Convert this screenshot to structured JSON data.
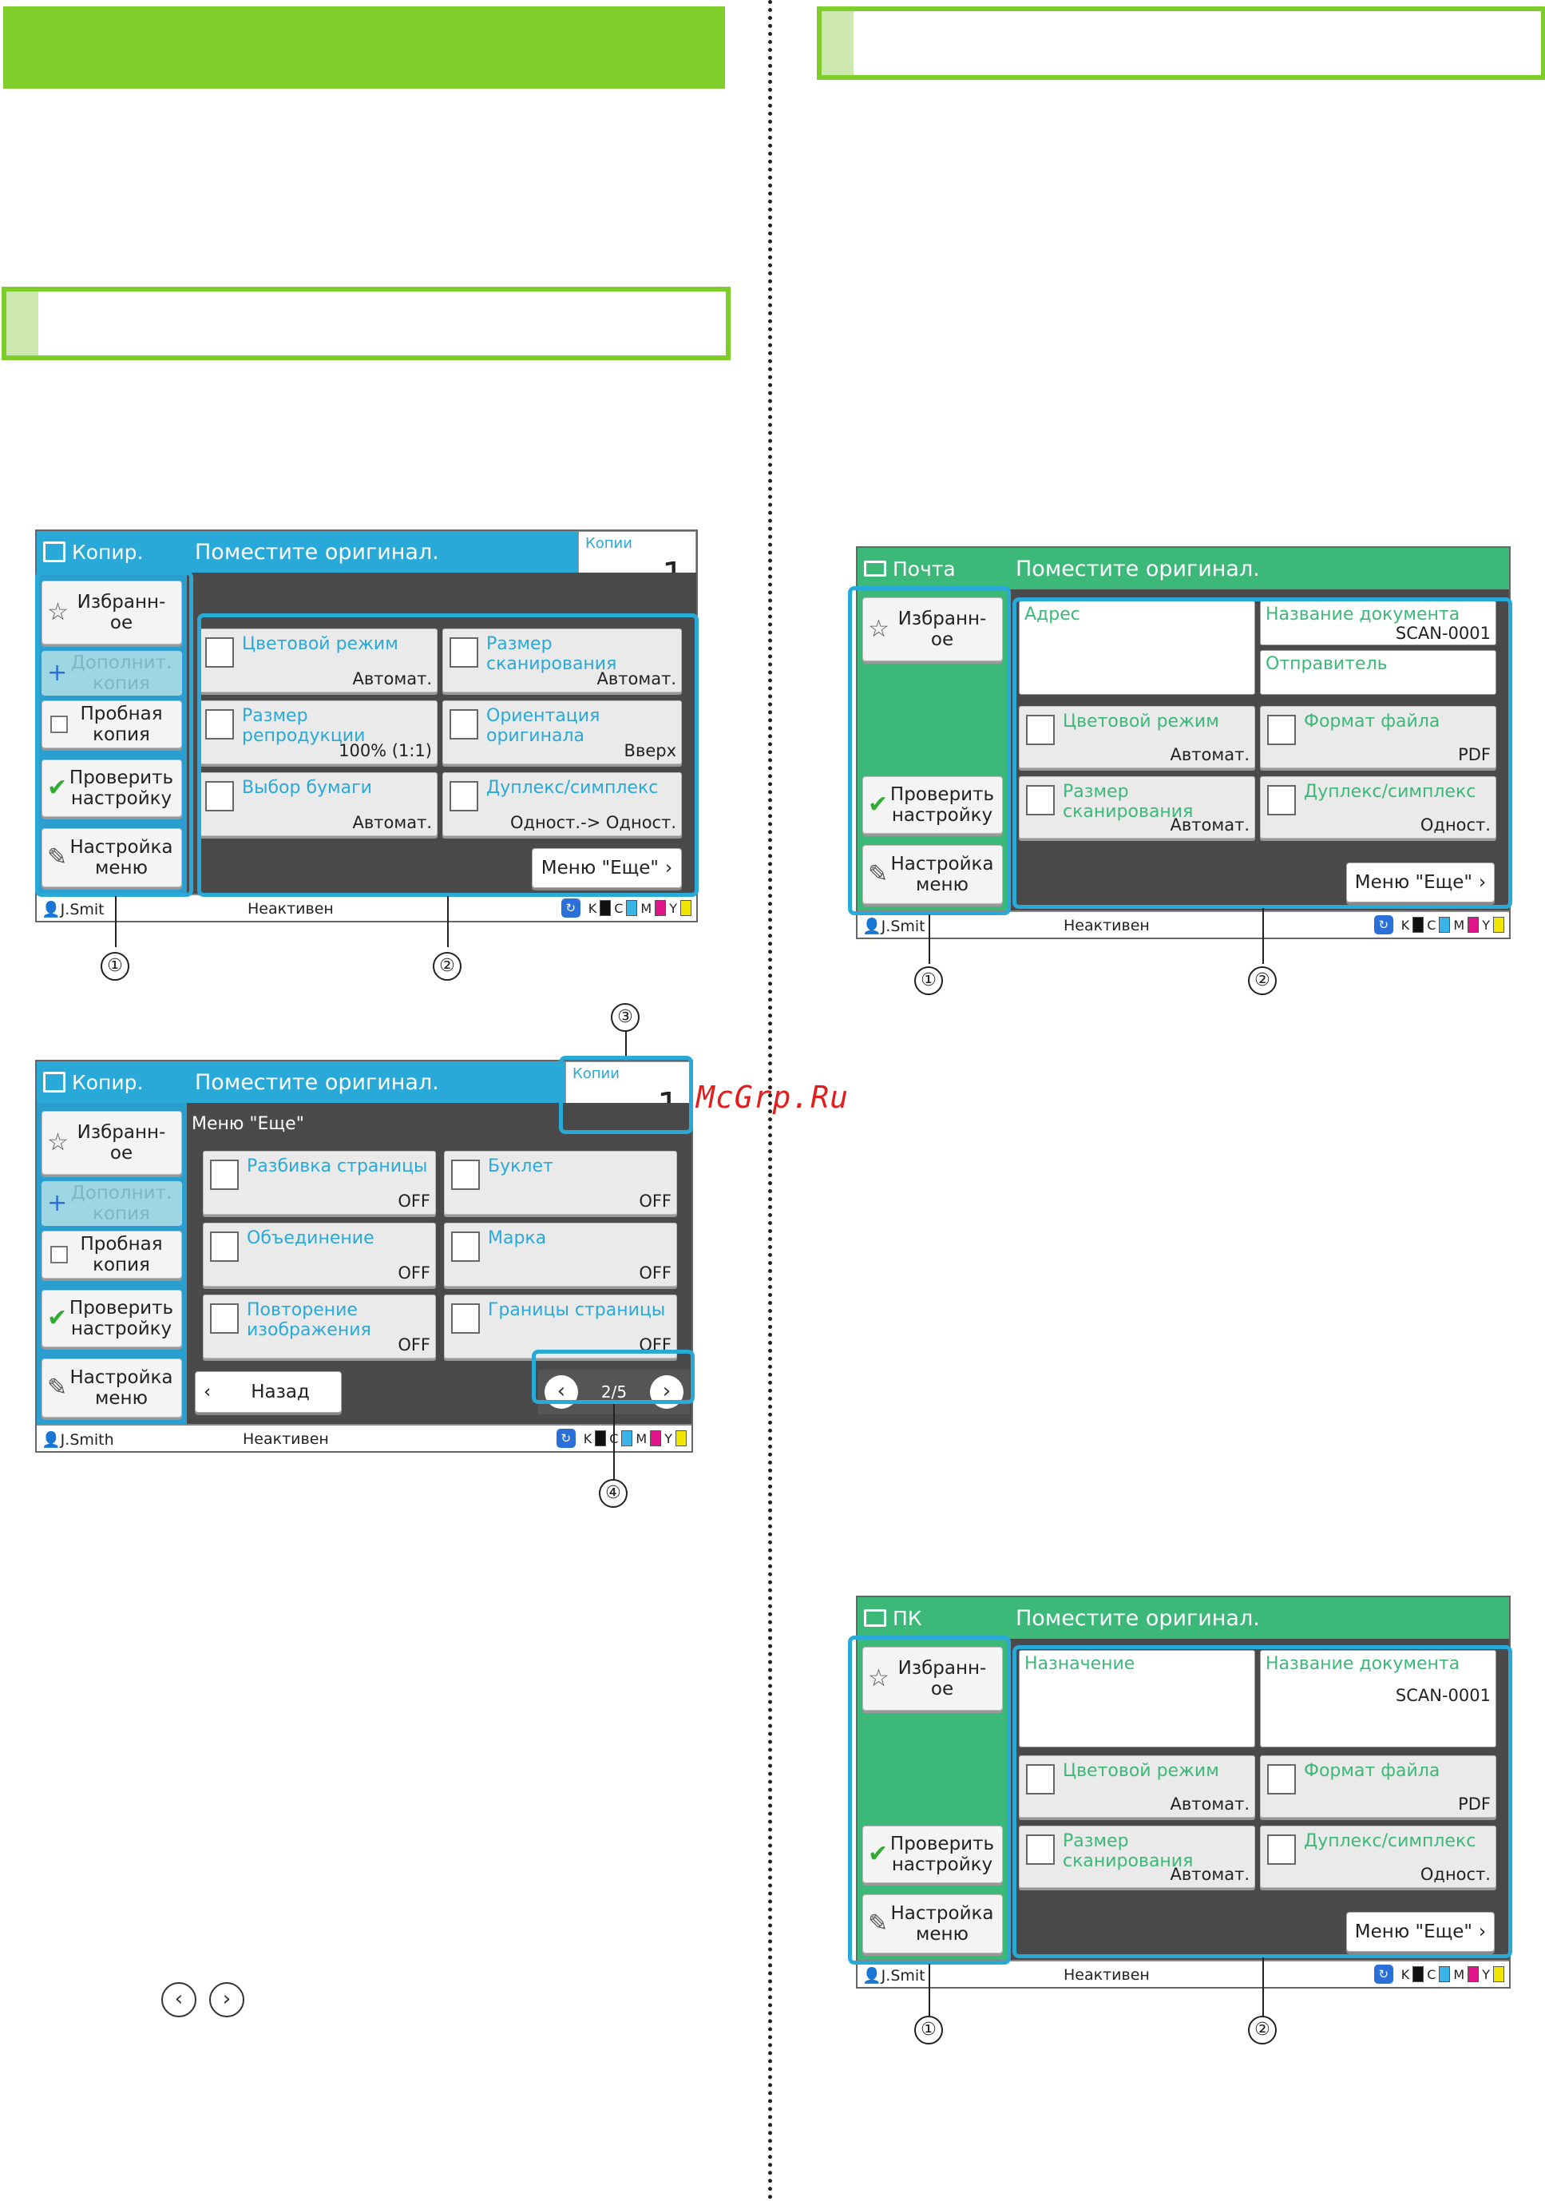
{
  "watermark": "McGrp.Ru",
  "callouts": [
    "①",
    "②",
    "③",
    "④"
  ],
  "nav_arrows": {
    "left": "‹",
    "right": "›"
  },
  "common": {
    "message": "Поместите оригинал.",
    "favorites": "Избранн-\nое",
    "additional_copy": "Дополнит.\nкопия",
    "proof_copy": "Пробная\nкопия",
    "check_settings": "Проверить\nнастройку",
    "menu_settings": "Настройка\nменю",
    "user": "J.Smith",
    "user_cut": "J.Smit",
    "status": "Неактивен",
    "ink": [
      "K",
      "C",
      "M",
      "Y"
    ],
    "ink_colors": [
      "#111111",
      "#39b4e6",
      "#e0158a",
      "#f2e600"
    ],
    "more_menu": "Меню \"Еще\"",
    "auto": "Автомат."
  },
  "copy_screen": {
    "title": "Копир.",
    "copies_label": "Копии",
    "copies_value": "1",
    "tiles": [
      {
        "label": "Цветовой режим",
        "value": "Автомат."
      },
      {
        "label": "Размер\nсканирования",
        "value": "Автомат."
      },
      {
        "label": "Размер\nрепродукции",
        "value": "100% (1:1)"
      },
      {
        "label": "Ориентация\nоригинала",
        "value": "Вверх"
      },
      {
        "label": "Выбор бумаги",
        "value": "Автомат."
      },
      {
        "label": "Дуплекс/симплекс",
        "value": "Одност.-> Одност."
      }
    ]
  },
  "more_screen": {
    "title": "Копир.",
    "header": "Меню \"Еще\"",
    "copies_label": "Копии",
    "copies_value": "1",
    "tiles": [
      {
        "label": "Разбивка страницы",
        "value": "OFF"
      },
      {
        "label": "Буклет",
        "value": "OFF"
      },
      {
        "label": "Объединение",
        "value": "OFF"
      },
      {
        "label": "Марка",
        "value": "OFF"
      },
      {
        "label": "Повторение\nизображения",
        "value": "OFF"
      },
      {
        "label": "Границы страницы",
        "value": "OFF"
      }
    ],
    "back": "Назад",
    "page": "2/5"
  },
  "mail_screen": {
    "title": "Почта",
    "address": "Адрес",
    "doc_name_label": "Название документа",
    "doc_name_value": "SCAN-0001",
    "sender": "Отправитель",
    "tiles": [
      {
        "label": "Цветовой режим",
        "value": "Автомат."
      },
      {
        "label": "Формат файла",
        "value": "PDF"
      },
      {
        "label": "Размер\nсканирования",
        "value": "Автомат."
      },
      {
        "label": "Дуплекс/симплекс",
        "value": "Одност."
      }
    ]
  },
  "pc_screen": {
    "title": "ПК",
    "destination": "Назначение",
    "doc_name_label": "Название документа",
    "doc_name_value": "SCAN-0001",
    "tiles": [
      {
        "label": "Цветовой режим",
        "value": "Автомат."
      },
      {
        "label": "Формат файла",
        "value": "PDF"
      },
      {
        "label": "Размер\nсканирования",
        "value": "Автомат."
      },
      {
        "label": "Дуплекс/симплекс",
        "value": "Одност."
      }
    ]
  }
}
